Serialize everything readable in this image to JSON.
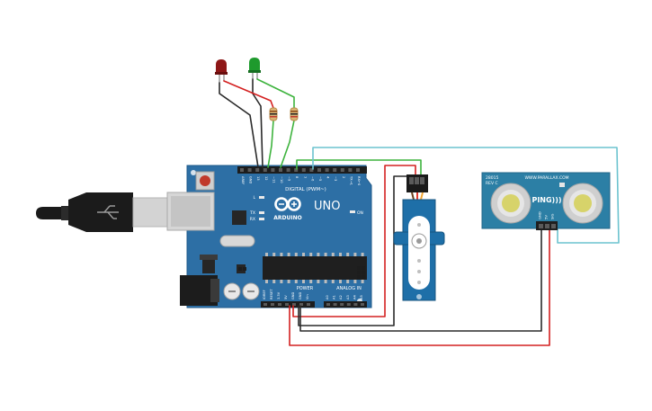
{
  "board": {
    "digital_label": "DIGITAL (PWM~)",
    "brand": "ARDUINO",
    "model": "UNO",
    "power_label": "POWER",
    "analog_label": "ANALOG IN",
    "on_label": "ON",
    "led_l": "L",
    "led_tx": "TX",
    "led_rx": "RX",
    "top_header_pins": [
      "AREF",
      "GND",
      "13",
      "12",
      "~11",
      "~10",
      "~9",
      "8",
      "7",
      "~6",
      "~5",
      "4",
      "~3",
      "2",
      "TX→1",
      "RX←0"
    ],
    "power_pins": [
      "IOREF",
      "RESET",
      "3.3V",
      "5V",
      "GND",
      "GND",
      "Vin"
    ],
    "analog_pins": [
      "A0",
      "A1",
      "A2",
      "A3",
      "A4",
      "A5"
    ]
  },
  "sensor": {
    "brand": "WWW.PARALLAX.COM",
    "model": "PING)))",
    "rev_line1": "28015",
    "rev_line2": "REV C",
    "pins": [
      "GND",
      "5V",
      "SIG"
    ]
  },
  "colors": {
    "board": "#2d6fa5",
    "wire_red": "#d42020",
    "wire_black": "#2a2a2a",
    "wire_green": "#3db33d",
    "wire_cyan": "#6cc3cf",
    "led_red": "#8e1717",
    "led_green": "#1e9a2d",
    "servo_body": "#1e6fa8",
    "sensor_board": "#2c7fa5"
  }
}
